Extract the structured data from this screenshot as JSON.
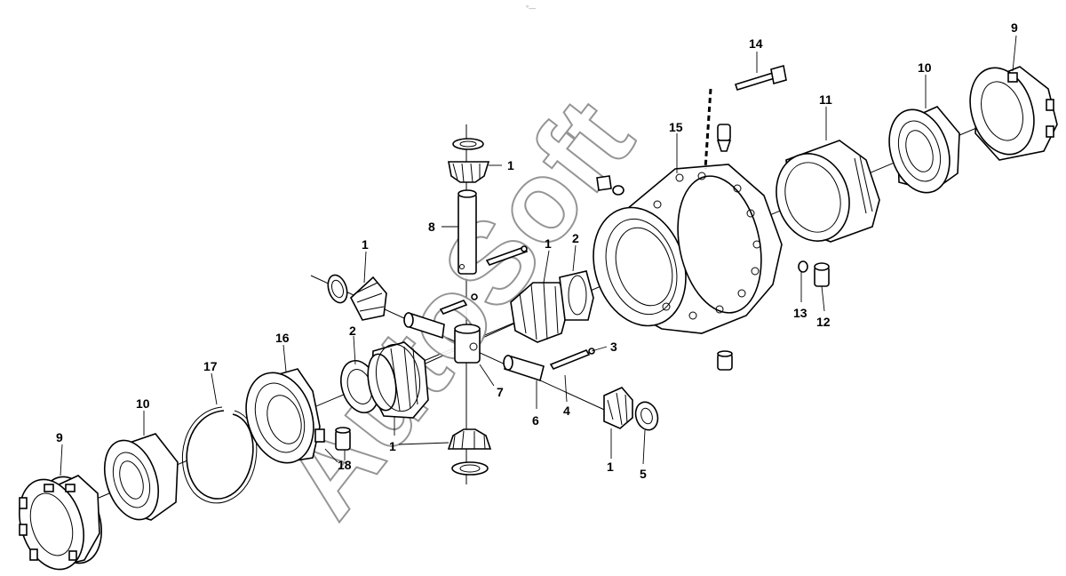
{
  "watermark": "AutoSoft",
  "top_mark": "°—",
  "callouts": [
    "1",
    "2",
    "3",
    "4",
    "5",
    "6",
    "7",
    "8",
    "9",
    "10",
    "11",
    "12",
    "13",
    "14",
    "15",
    "16",
    "17",
    "18"
  ]
}
